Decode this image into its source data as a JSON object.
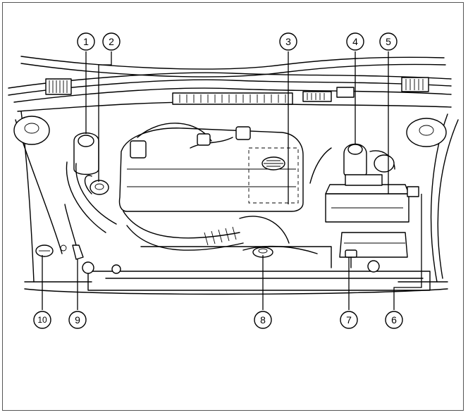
{
  "diagram": {
    "callouts": [
      {
        "id": "callout-1",
        "label": "1"
      },
      {
        "id": "callout-2",
        "label": "2"
      },
      {
        "id": "callout-3",
        "label": "3"
      },
      {
        "id": "callout-4",
        "label": "4"
      },
      {
        "id": "callout-5",
        "label": "5"
      },
      {
        "id": "callout-6",
        "label": "6"
      },
      {
        "id": "callout-7",
        "label": "7"
      },
      {
        "id": "callout-8",
        "label": "8"
      },
      {
        "id": "callout-9",
        "label": "9"
      },
      {
        "id": "callout-10",
        "label": "10"
      }
    ]
  },
  "colors": {
    "line": "#000000",
    "background": "#ffffff",
    "frame": "#555555"
  }
}
